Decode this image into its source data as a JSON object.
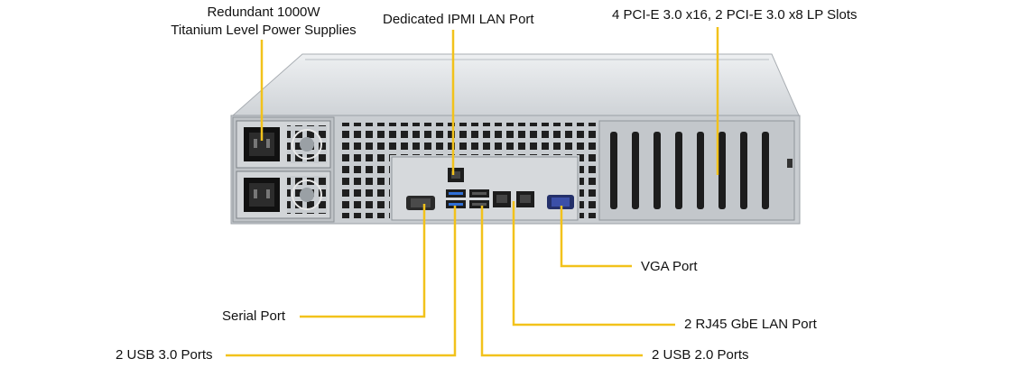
{
  "labels": {
    "psu_line1": "Redundant  1000W",
    "psu_line2": "Titanium  Level Power Supplies",
    "ipmi": "Dedicated IPMI  LAN Port",
    "pcie": "4 PCI-E  3.0 x16,  2 PCI-E 3.0 x8 LP Slots",
    "vga": "VGA Port",
    "rj45": "2 RJ45  GbE LAN Port",
    "serial": "Serial Port",
    "usb3": "2 USB 3.0 Ports",
    "usb2": "2 USB 2.0 Ports"
  },
  "colors": {
    "callout": "#f2c21b",
    "chassis_top": "#d9dde2",
    "chassis_back": "#c9cdd1",
    "dark": "#1c1c1c"
  }
}
